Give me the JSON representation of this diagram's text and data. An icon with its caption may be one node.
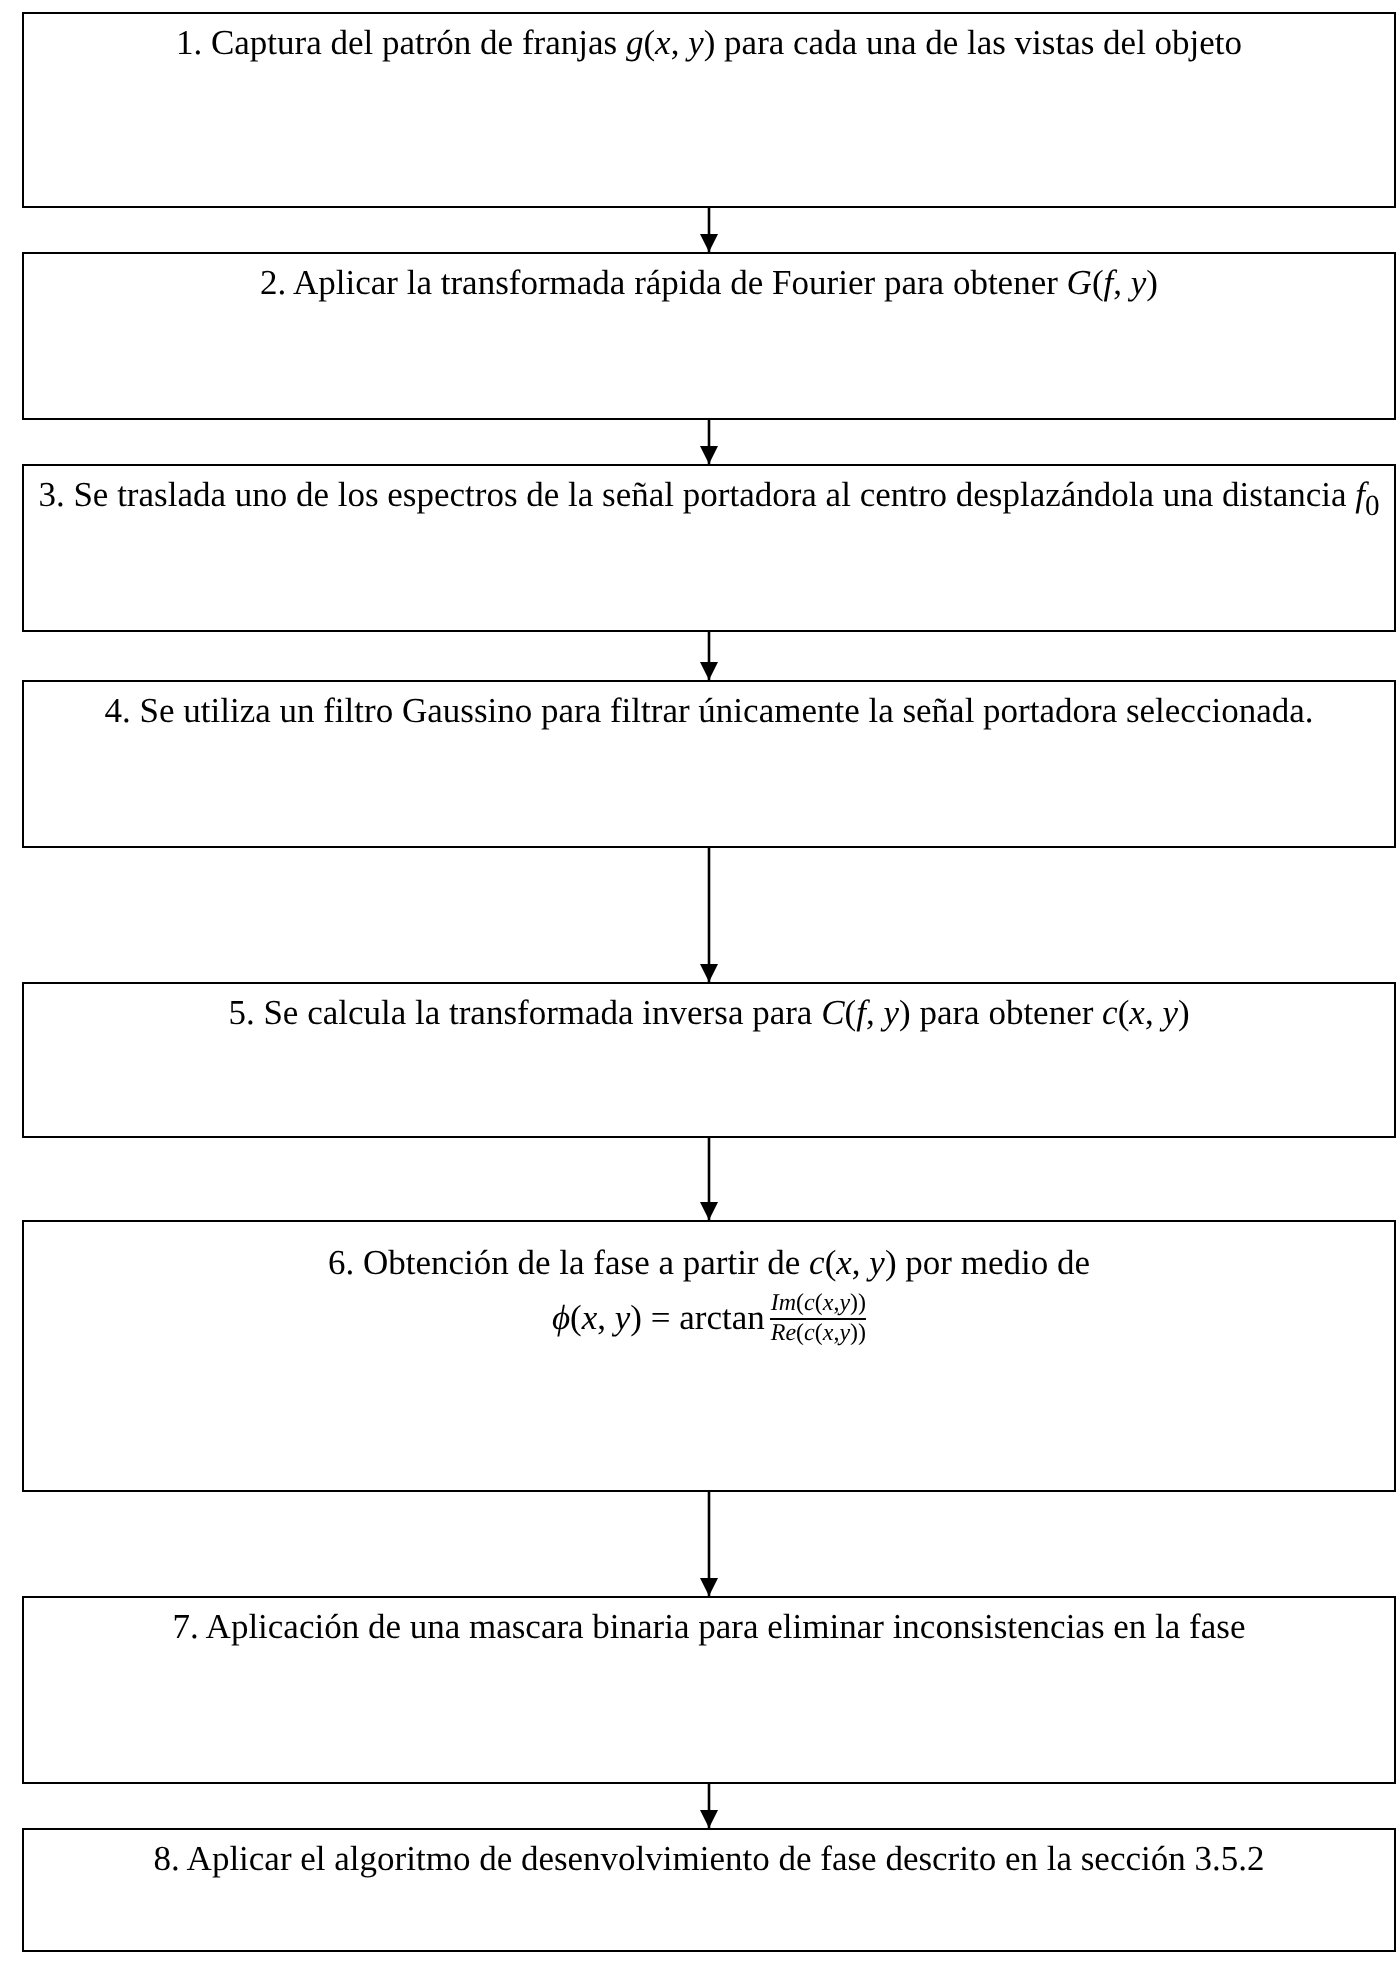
{
  "diagram": {
    "nodes": [
      {
        "text": [
          "1. Captura del patrón de franjas *g*(*x*, *y*) para cada una de las vistas del objeto"
        ]
      },
      {
        "text": [
          "2. Aplicar la transformada rápida de Fourier para obtener *G*(*f*, *y*)"
        ]
      },
      {
        "text": [
          "3. Se traslada uno de los espectros de la señal portadora al centro desplazándola una distancia *f*$_{0}$"
        ]
      },
      {
        "text": [
          "4. Se utiliza un filtro Gaussino para filtrar únicamente la señal portadora seleccionada."
        ]
      },
      {
        "text": [
          "5. Se calcula la transformada inversa para *C*(*f*, *y*) para obtener *c*(*x*, *y*)"
        ]
      },
      {
        "text": [
          "6. Obtención de la fase a partir de *c*(*x*, *y*) por medio de",
          "*ϕ*(*x*, *y*) = arctan",
          "*Im*(*c*(*x*,*y*))",
          "*Re*(*c*(*x*,*y*))"
        ]
      },
      {
        "text": [
          "7. Aplicación de una mascara binaria para eliminar inconsistencias en la fase"
        ]
      },
      {
        "text": [
          "8. Aplicar el algoritmo de desenvolvimiento de fase descrito en la sección 3.5.2"
        ]
      }
    ],
    "edges": [
      {
        "from": 0,
        "to": 1,
        "arrow": "to"
      },
      {
        "from": 1,
        "to": 2,
        "arrow": "to"
      },
      {
        "from": 2,
        "to": 3,
        "arrow": "to"
      },
      {
        "from": 3,
        "to": 4,
        "arrow": "to"
      },
      {
        "from": 4,
        "to": 5,
        "arrow": "to"
      },
      {
        "from": 5,
        "to": 6,
        "arrow": "to"
      },
      {
        "from": 6,
        "to": 7,
        "arrow": "to"
      }
    ]
  }
}
